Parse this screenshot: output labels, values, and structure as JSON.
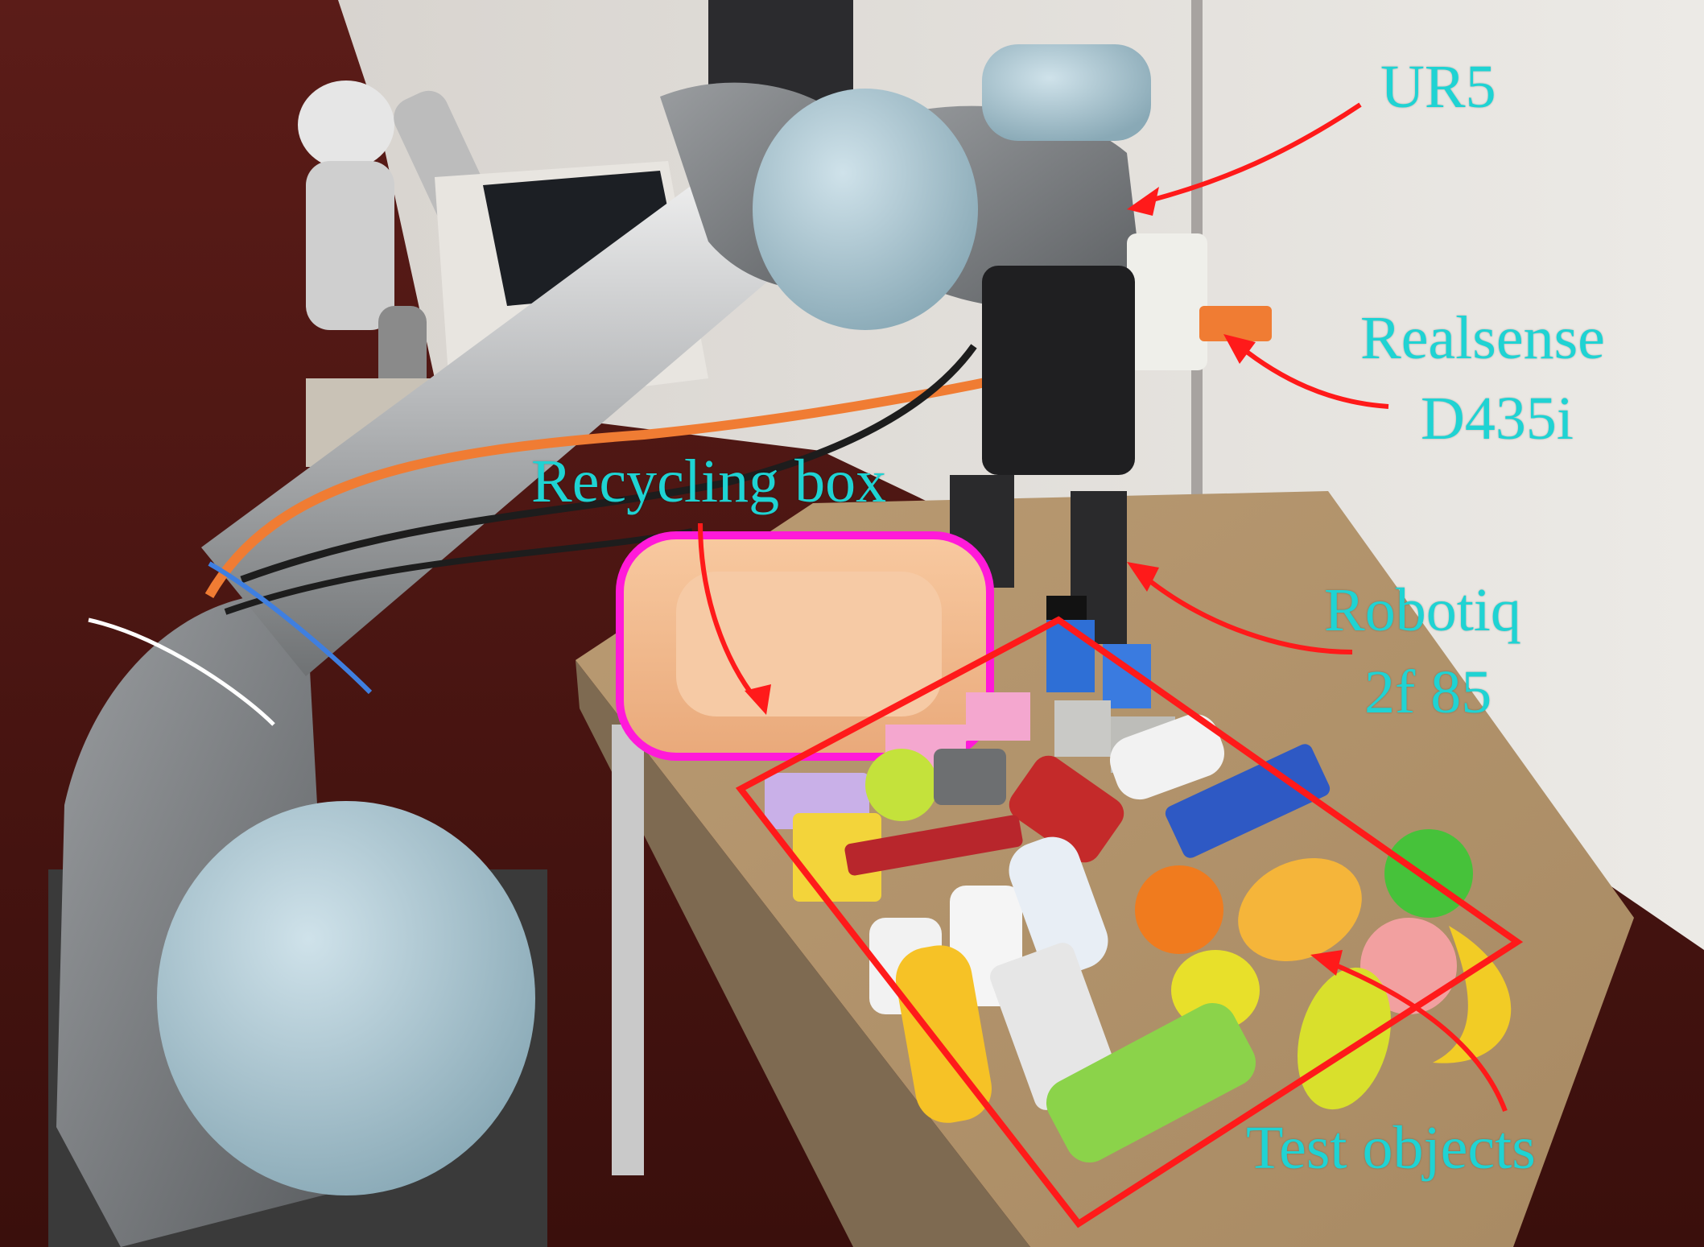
{
  "labels": {
    "ur5": "UR5",
    "realsense_line1": "Realsense",
    "realsense_line2": "D435i",
    "recycling_box": "Recycling box",
    "robotiq_line1": "Robotiq",
    "robotiq_line2": "2f 85",
    "test_objects": "Test objects"
  },
  "colors": {
    "label_text": "#1fd3d3",
    "arrow": "#ff1a1a",
    "test_area_box": "#ff1a1a",
    "recycling_box_outline": "#ff1ad9"
  }
}
